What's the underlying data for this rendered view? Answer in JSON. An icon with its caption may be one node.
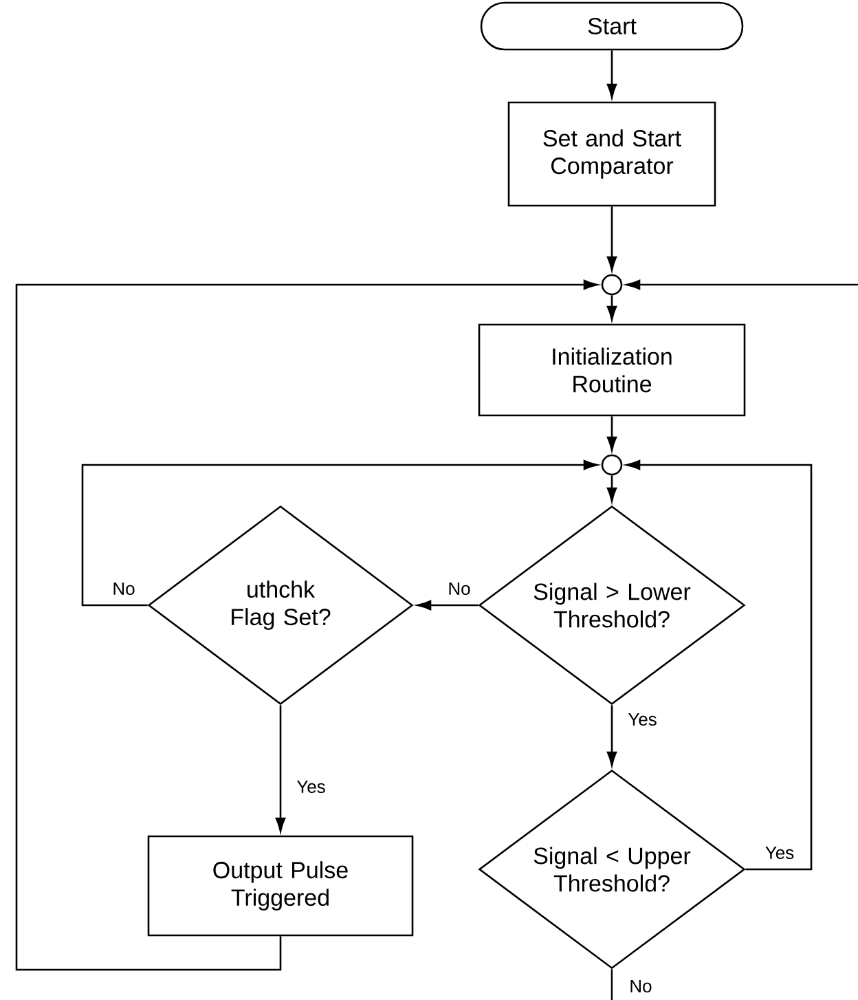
{
  "diagram": {
    "nodes": [
      {
        "text": [
          "Start"
        ]
      },
      {
        "text": [
          "Set and Start Comparator"
        ]
      },
      {
        "text": [],
        "shape": "circle"
      },
      {
        "text": [
          "Initialization Routine"
        ]
      },
      {
        "text": [],
        "shape": "circle"
      },
      {
        "text": [
          "uthchk Flag Set?"
        ]
      },
      {
        "text": [
          "Signal > Lower Threshold?"
        ]
      },
      {
        "text": [
          "Signal < Upper Threshold?"
        ]
      },
      {
        "text": [
          "Output Pulse Triggered"
        ]
      }
    ],
    "edges": [
      {
        "from": 0,
        "to": 1,
        "arrow": "to"
      },
      {
        "from": 1,
        "to": 2,
        "arrow": "to"
      },
      {
        "from": 2,
        "to": 3,
        "arrow": "to"
      },
      {
        "from": 8,
        "to": 2,
        "arrow": "to"
      },
      {
        "from": null,
        "to": 2,
        "arrow": "to"
      },
      {
        "from": 3,
        "to": 4,
        "arrow": "to"
      },
      {
        "from": 4,
        "to": 6,
        "arrow": "to"
      },
      {
        "from": 6,
        "to": 5,
        "arrow": "to",
        "label": "No"
      },
      {
        "from": 5,
        "to": 4,
        "arrow": "to",
        "label": "No"
      },
      {
        "from": 6,
        "to": 7,
        "arrow": "to",
        "label": "Yes"
      },
      {
        "from": 5,
        "to": 8,
        "arrow": "to",
        "label": "Yes"
      },
      {
        "from": 7,
        "to": 4,
        "arrow": "to",
        "label": "Yes"
      },
      {
        "from": 7,
        "to": null,
        "arrow": "none",
        "label": "No"
      }
    ]
  }
}
